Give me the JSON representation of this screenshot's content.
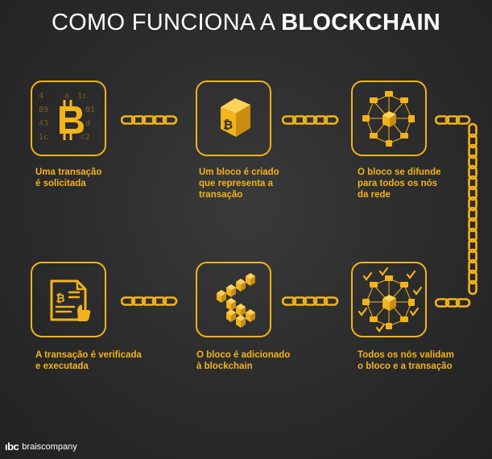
{
  "title": {
    "light": "COMO FUNCIONA A",
    "bold": "BLOCKCHAIN"
  },
  "steps": [
    {
      "caption_lines": [
        "Uma transação",
        "é solicitada"
      ],
      "icon": "bitcoin-code-icon"
    },
    {
      "caption_lines": [
        "Um bloco é criado",
        "que representa a",
        "transação"
      ],
      "icon": "bitcoin-block-icon"
    },
    {
      "caption_lines": [
        "O bloco se difunde",
        "para todos os nós",
        "da rede"
      ],
      "icon": "network-icon"
    },
    {
      "caption_lines": [
        "Todos os nós validam",
        "o bloco e a transação"
      ],
      "icon": "network-validate-icon"
    },
    {
      "caption_lines": [
        "O bloco é adicionado",
        "à blockchain"
      ],
      "icon": "stacked-blocks-icon"
    },
    {
      "caption_lines": [
        "A transação é verificada",
        "e executada"
      ],
      "icon": "verified-document-icon"
    }
  ],
  "logo": {
    "mark": "ıbc",
    "name": "braiscompany"
  },
  "colors": {
    "accent": "#f3b31b",
    "background": "#2b2b2b",
    "text": "#ffffff"
  }
}
